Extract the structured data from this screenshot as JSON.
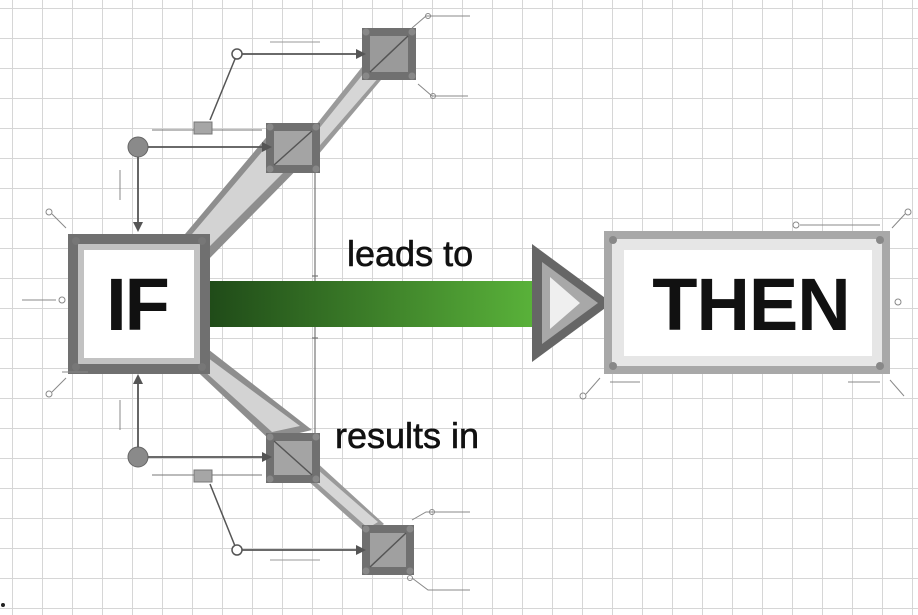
{
  "diagram": {
    "condition_label": "IF",
    "outcome_label": "THEN",
    "upper_connector_label": "leads to",
    "lower_connector_label": "results in"
  },
  "colors": {
    "arrow_gradient_start": "#1f4a18",
    "arrow_gradient_end": "#5ab33a",
    "frame_gray": "#6f6f6f",
    "frame_light": "#c9c9c9",
    "grid_line": "#d6d6d6"
  },
  "icons": [
    "triangle-arrowhead-icon",
    "node-square-icon",
    "connector-circle-icon",
    "annotation-line-icon"
  ]
}
